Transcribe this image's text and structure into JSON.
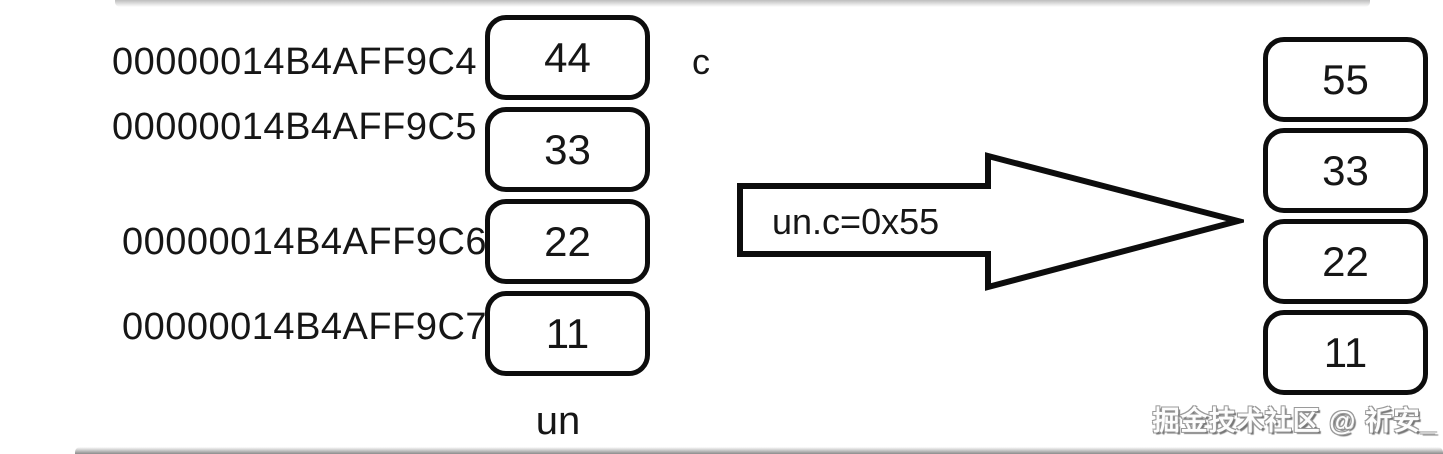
{
  "diagram": {
    "title_context": "union memory layout before and after assignment",
    "addresses": [
      "00000014B4AFF9C4",
      "00000014B4AFF9C5",
      "00000014B4AFF9C6",
      "00000014B4AFF9C7"
    ],
    "before": {
      "label": "un",
      "field_label": "c",
      "cells": [
        "44",
        "33",
        "22",
        "11"
      ]
    },
    "arrow": {
      "label": "un.c=0x55"
    },
    "after": {
      "cells": [
        "55",
        "33",
        "22",
        "11"
      ]
    },
    "watermark": "掘金技术社区 @ 祈安_",
    "colors": {
      "ink": "#111111",
      "background": "#ffffff",
      "cell_border": "#0d0d0d",
      "top_rule": "#bdbdbd",
      "bottom_rule": "#8c8c8c",
      "watermark_fill": "#fdfdfd",
      "watermark_outline": "#9a9a9a"
    }
  }
}
